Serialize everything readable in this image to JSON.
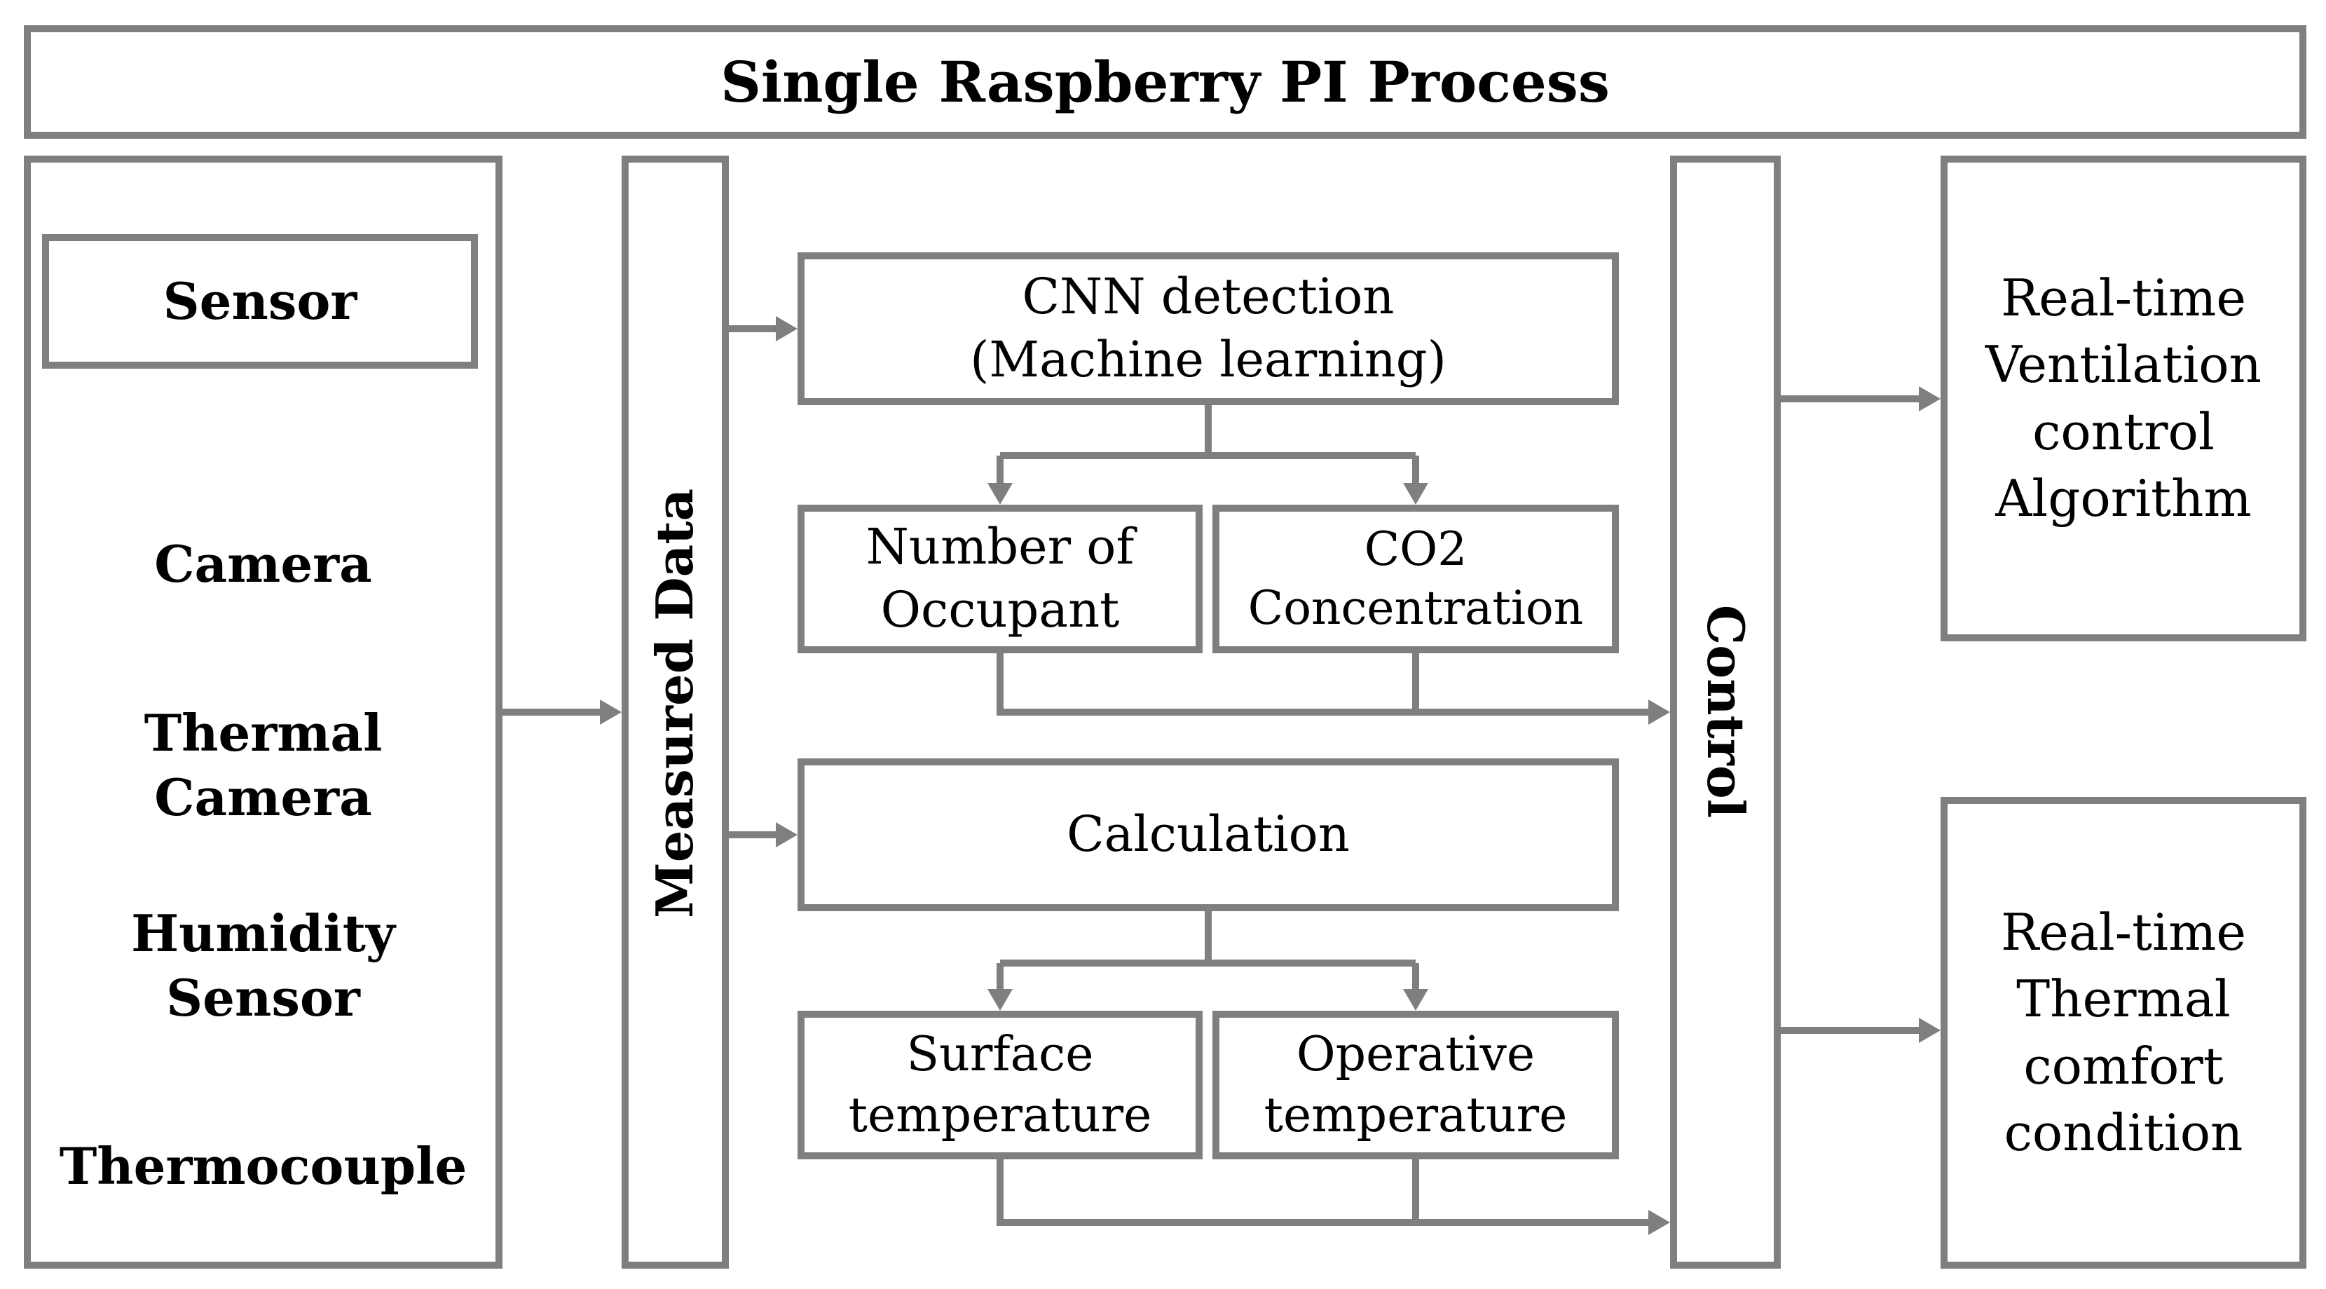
{
  "title": "Single Raspberry PI Process",
  "sensors": {
    "header": "Sensor",
    "items": [
      "Camera",
      "Thermal Camera",
      "Humidity Sensor",
      "Thermocouple"
    ]
  },
  "measured_data": "Measured Data",
  "process": {
    "cnn": {
      "line1": "CNN detection",
      "line2": "(Machine learning)"
    },
    "occupant": {
      "line1": "Number of",
      "line2": "Occupant"
    },
    "co2": {
      "line1": "CO2",
      "line2": "Concentration"
    },
    "calculation": "Calculation",
    "surface": {
      "line1": "Surface",
      "line2": "temperature"
    },
    "operative": {
      "line1": "Operative",
      "line2": "temperature"
    }
  },
  "control": "Control",
  "outputs": {
    "ventilation": [
      "Real-time",
      "Ventilation",
      "control",
      "Algorithm"
    ],
    "thermal": [
      "Real-time",
      "Thermal",
      "comfort",
      "condition"
    ]
  },
  "colors": {
    "stroke": "#7f7f7f",
    "text": "#000000",
    "background": "#ffffff"
  }
}
